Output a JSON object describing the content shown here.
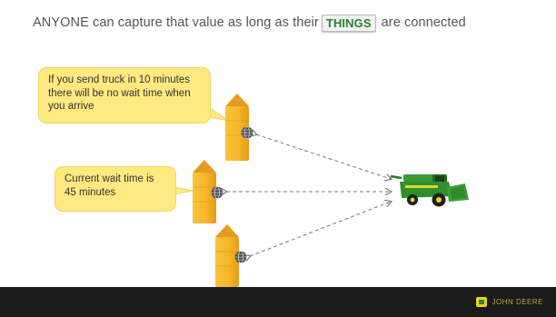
{
  "slide": {
    "title_before": "ANYONE can capture that value as long as their",
    "title_highlight": "THINGS",
    "title_after": "are connected",
    "callouts": [
      {
        "text": "If you send truck in 10 minutes there will be no wait time when you arrive"
      },
      {
        "text": "Current wait time is 45 minutes"
      }
    ],
    "icons": {
      "silo": "grain-silo-icon",
      "sensor": "globe-sensor-icon",
      "machine": "combine-harvester-icon"
    },
    "colors": {
      "silo": "#f5b323",
      "callout": "#ffe980",
      "machine": "#2e8b2e",
      "things_text": "#2d7f2c",
      "footer": "#1b1b1b"
    }
  },
  "footer": {
    "brand_name": "JOHN DEERE"
  }
}
